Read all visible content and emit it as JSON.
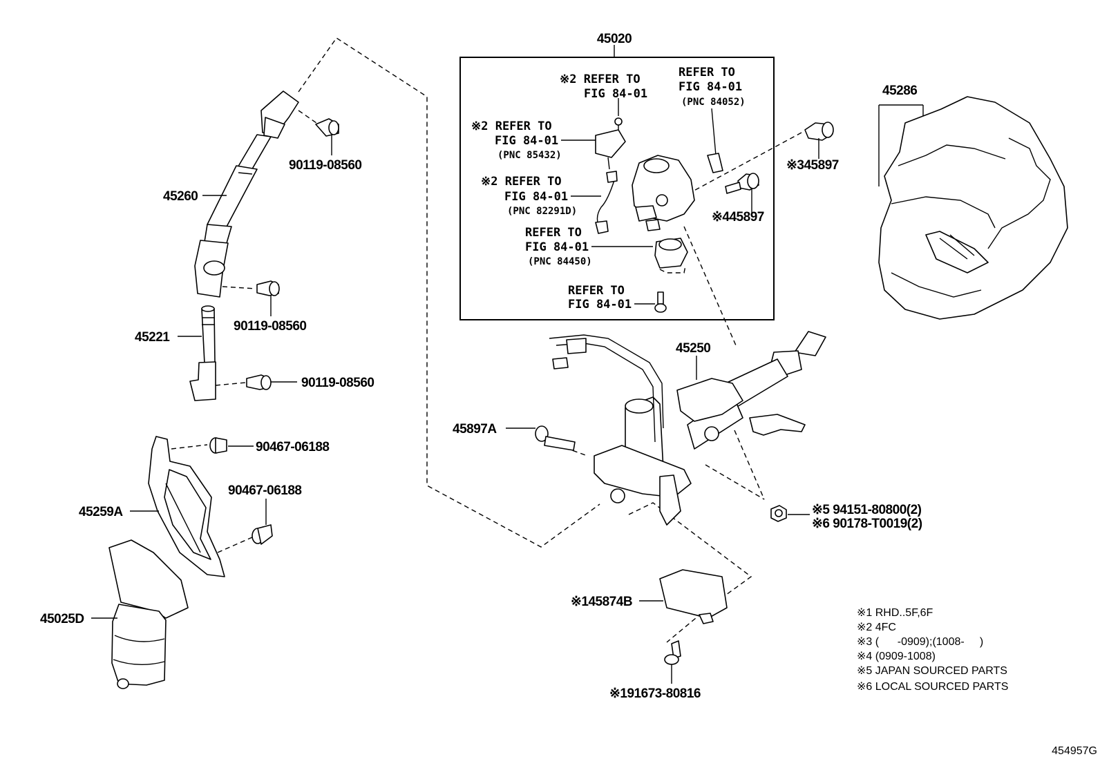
{
  "group_label": "45020",
  "parts": {
    "p45260": "45260",
    "p90119_a": "90119-08560",
    "p90119_b": "90119-08560",
    "p90119_c": "90119-08560",
    "p45221": "45221",
    "p90467_a": "90467-06188",
    "p90467_b": "90467-06188",
    "p45259A": "45259A",
    "p45025D": "45025D",
    "p45286": "45286",
    "p45897_3": "※345897",
    "p45897_4": "※445897",
    "p45250": "45250",
    "p45897A": "45897A",
    "p94151": "※5 94151-80800(2)",
    "p90178": "※6 90178-T0019(2)",
    "p45874B": "※145874B",
    "p91673": "※191673-80816"
  },
  "refs": {
    "r1": {
      "line1": "※2 REFER TO",
      "line2": "FIG 84-01"
    },
    "r2": {
      "line1": "REFER TO",
      "line2": "FIG 84-01",
      "pnc": "(PNC 84052)"
    },
    "r3": {
      "line1": "※2 REFER TO",
      "line2": "FIG 84-01",
      "pnc": "(PNC 85432)"
    },
    "r4": {
      "line1": "※2 REFER TO",
      "line2": "FIG 84-01",
      "pnc": "(PNC 82291D)"
    },
    "r5": {
      "line1": "REFER TO",
      "line2": "FIG 84-01",
      "pnc": "(PNC 84450)"
    },
    "r6": {
      "line1": "REFER TO",
      "line2": "FIG 84-01"
    }
  },
  "notes": [
    "※1 RHD..5F,6F",
    "※2 4FC",
    "※3 (      -0909);(1008-     )",
    "※4 (0909-1008)",
    "※5 JAPAN SOURCED PARTS",
    "※6 LOCAL SOURCED PARTS"
  ],
  "figure_id": "454957G"
}
